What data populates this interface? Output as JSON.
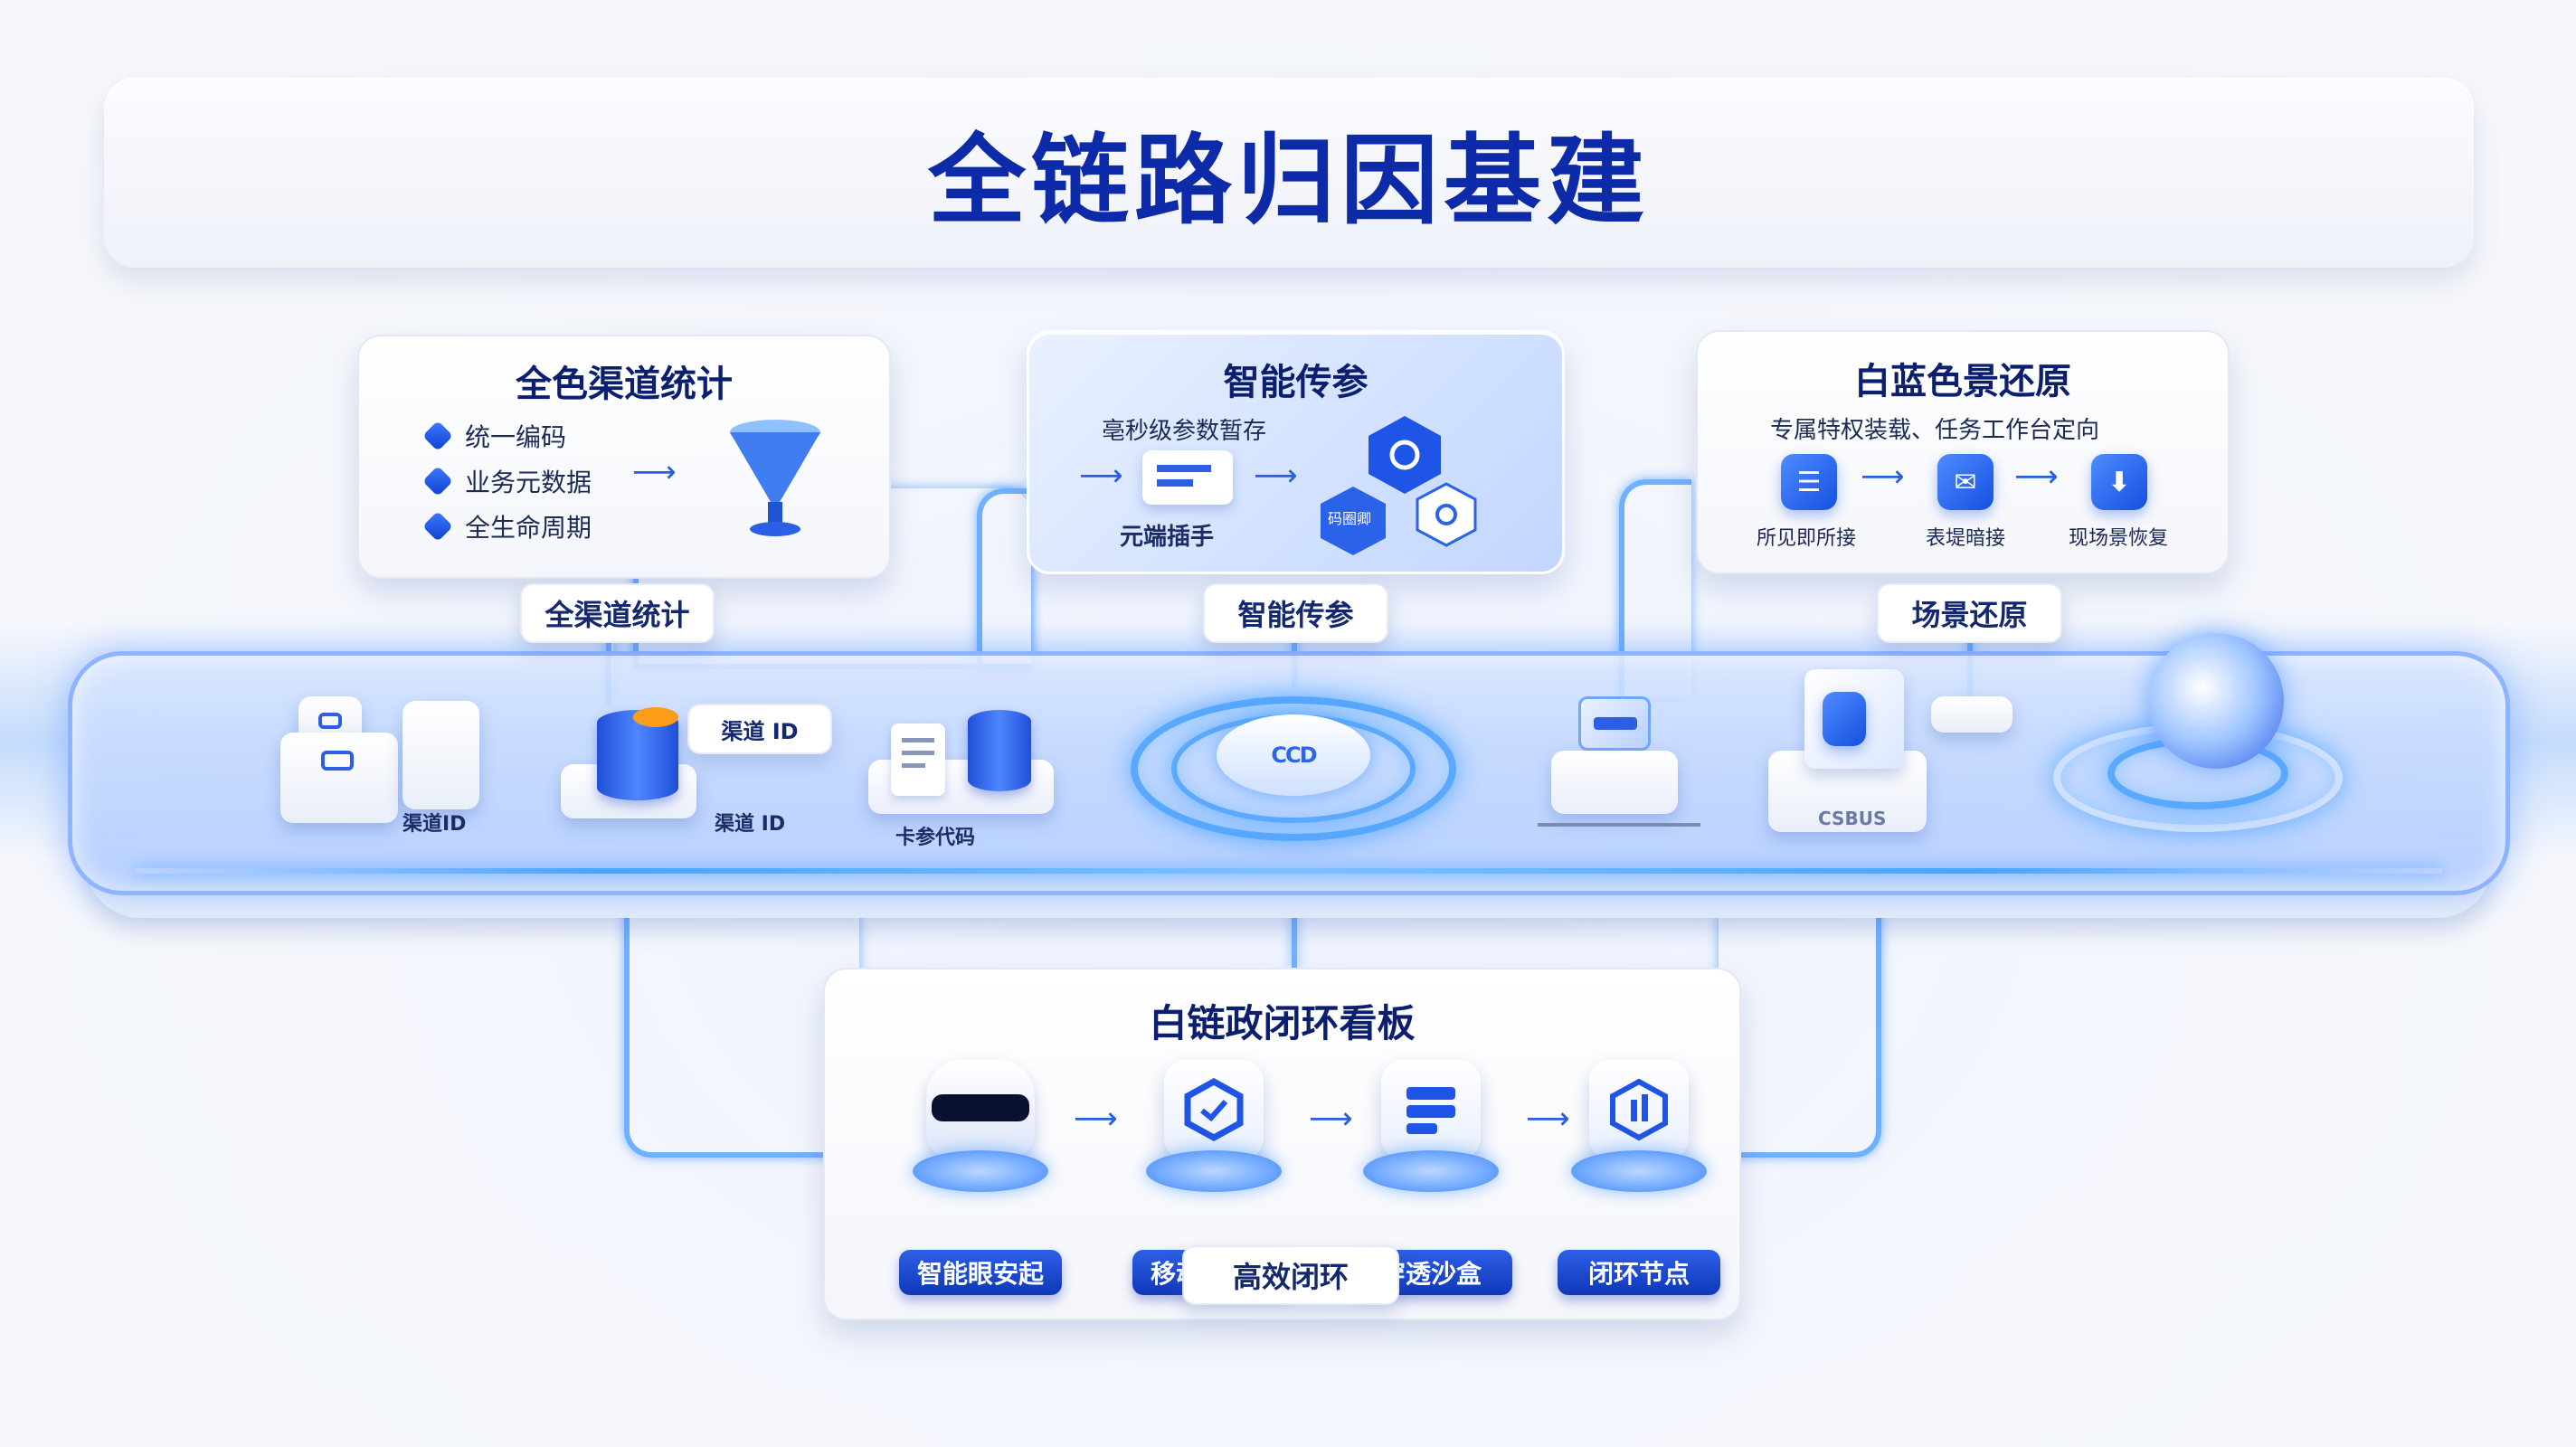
{
  "title": "全链路归因基建",
  "cards": {
    "left": {
      "title": "全色渠道统计",
      "items": [
        "统一编码",
        "业务元数据",
        "全生命周期"
      ],
      "label": "全渠道统计"
    },
    "center": {
      "title": "智能传参",
      "subtitle": "亳秒级参数暂存",
      "tag": "元端插手",
      "hex_label": "码圈卿",
      "label": "智能传参"
    },
    "right": {
      "title": "白蓝色景还原",
      "subtitle": "专属特权装载、任务工作台定向",
      "steps": [
        "所见即所接",
        "表堤暗接",
        "现场景恢复"
      ],
      "label": "场景还原"
    },
    "bottom": {
      "title": "白链政闭环看板",
      "steps": [
        "智能眼安起",
        "移动端颇约",
        "穿透沙盒",
        "闭环节点"
      ],
      "label": "高效闭环"
    }
  },
  "platform": {
    "channel_id_chip": "渠道 ID",
    "labels": [
      "渠道ID",
      "渠道 ID",
      "卡参代码",
      "CSBUS"
    ],
    "hub_symbol": "CCD"
  },
  "colors": {
    "title": "#0d2aa8",
    "accent": "#1f55e6",
    "glow": "#5aa8ff"
  },
  "icons": {
    "funnel": "funnel-icon",
    "card": "card-icon",
    "hexagon": "hexagon-icon",
    "document": "document-icon",
    "mail": "mail-icon",
    "download": "download-icon",
    "glasses": "vr-glasses-icon",
    "shield": "shield-icon",
    "list": "list-icon",
    "data": "data-icon"
  }
}
